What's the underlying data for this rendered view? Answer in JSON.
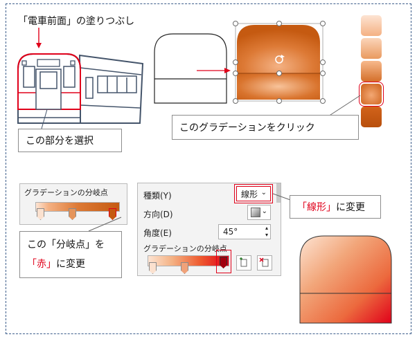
{
  "title_label": "「電車前面」の塗りつぶし",
  "select_callout": "この部分を選択",
  "click_callout": "このグラデーションをクリック",
  "gradient_panel": {
    "title": "グラデーションの分岐点"
  },
  "stop_callout": {
    "line1": "この「分岐点」を",
    "line2_red": "「赤」",
    "line2_rest": "に変更"
  },
  "format_panel": {
    "type_label": "種類(Y)",
    "type_value": "線形",
    "direction_label": "方向(D)",
    "angle_label": "角度(E)",
    "angle_value": "45°",
    "stops_label": "グラデーションの分岐点"
  },
  "linear_callout": {
    "red": "「線形」",
    "rest": "に変更"
  },
  "icons": [
    "arrow-icon",
    "rotate-handle-icon",
    "dropdown-chevron-icon",
    "direction-preview-icon",
    "add-stop-icon",
    "remove-stop-icon"
  ],
  "colors": {
    "accent_red": "#e0001a",
    "orange_dark": "#c55a11",
    "orange_light": "#f4b183",
    "frame_border": "#3b5c8a"
  }
}
